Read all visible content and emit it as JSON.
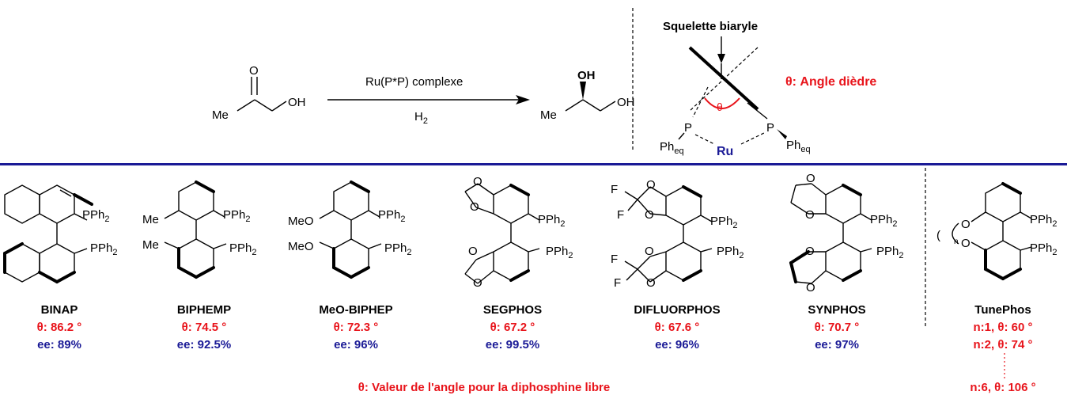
{
  "reaction": {
    "reactant_me": "Me",
    "reactant_o": "O",
    "reactant_oh": "OH",
    "catalyst": "Ru(P*P) complexe",
    "reagent": "H2",
    "product_me": "Me",
    "product_oh_top": "OH",
    "product_oh_right": "OH"
  },
  "model": {
    "skeleton_label": "Squelette biaryle",
    "theta_symbol": "θ",
    "theta_label": "θ: Angle dièdre",
    "p_left": "P",
    "p_right": "P",
    "ph_left": "Ph",
    "ph_right": "Ph",
    "eq_sub": "eq",
    "metal": "Ru"
  },
  "ligands": [
    {
      "name": "BINAP",
      "theta": "θ: 86.2 °",
      "ee": "ee: 89%",
      "subs": [
        "PPh2",
        "PPh2"
      ]
    },
    {
      "name": "BIPHEMP",
      "theta": "θ: 74.5 °",
      "ee": "ee: 92.5%",
      "subs": [
        "Me",
        "Me",
        "PPh2",
        "PPh2"
      ]
    },
    {
      "name": "MeO-BIPHEP",
      "theta": "θ: 72.3 °",
      "ee": "ee: 96%",
      "subs": [
        "MeO",
        "MeO",
        "PPh2",
        "PPh2"
      ]
    },
    {
      "name": "SEGPHOS",
      "theta": "θ: 67.2 °",
      "ee": "ee: 99.5%",
      "subs": [
        "O",
        "O",
        "O",
        "O",
        "PPh2",
        "PPh2"
      ]
    },
    {
      "name": "DIFLUORPHOS",
      "theta": "θ: 67.6 °",
      "ee": "ee: 96%",
      "subs": [
        "F",
        "F",
        "O",
        "O",
        "F",
        "F",
        "O",
        "O",
        "PPh2",
        "PPh2"
      ]
    },
    {
      "name": "SYNPHOS",
      "theta": "θ: 70.7 °",
      "ee": "ee: 97%",
      "subs": [
        "O",
        "O",
        "O",
        "O",
        "PPh2",
        "PPh2"
      ]
    }
  ],
  "tunephos": {
    "name": "TunePhos",
    "n_label": "n",
    "o_top": "O",
    "o_bottom": "O",
    "sub_top": "PPh2",
    "sub_bottom": "PPh2",
    "rows": [
      "n:1, θ: 60 °",
      "n:2, θ: 74 °",
      "n:6, θ: 106 °"
    ]
  },
  "footnote": "θ: Valeur de l'angle pour la diphosphine libre",
  "colors": {
    "red": "#e8141b",
    "blue": "#1a1a96",
    "line": "#1a1a96"
  }
}
